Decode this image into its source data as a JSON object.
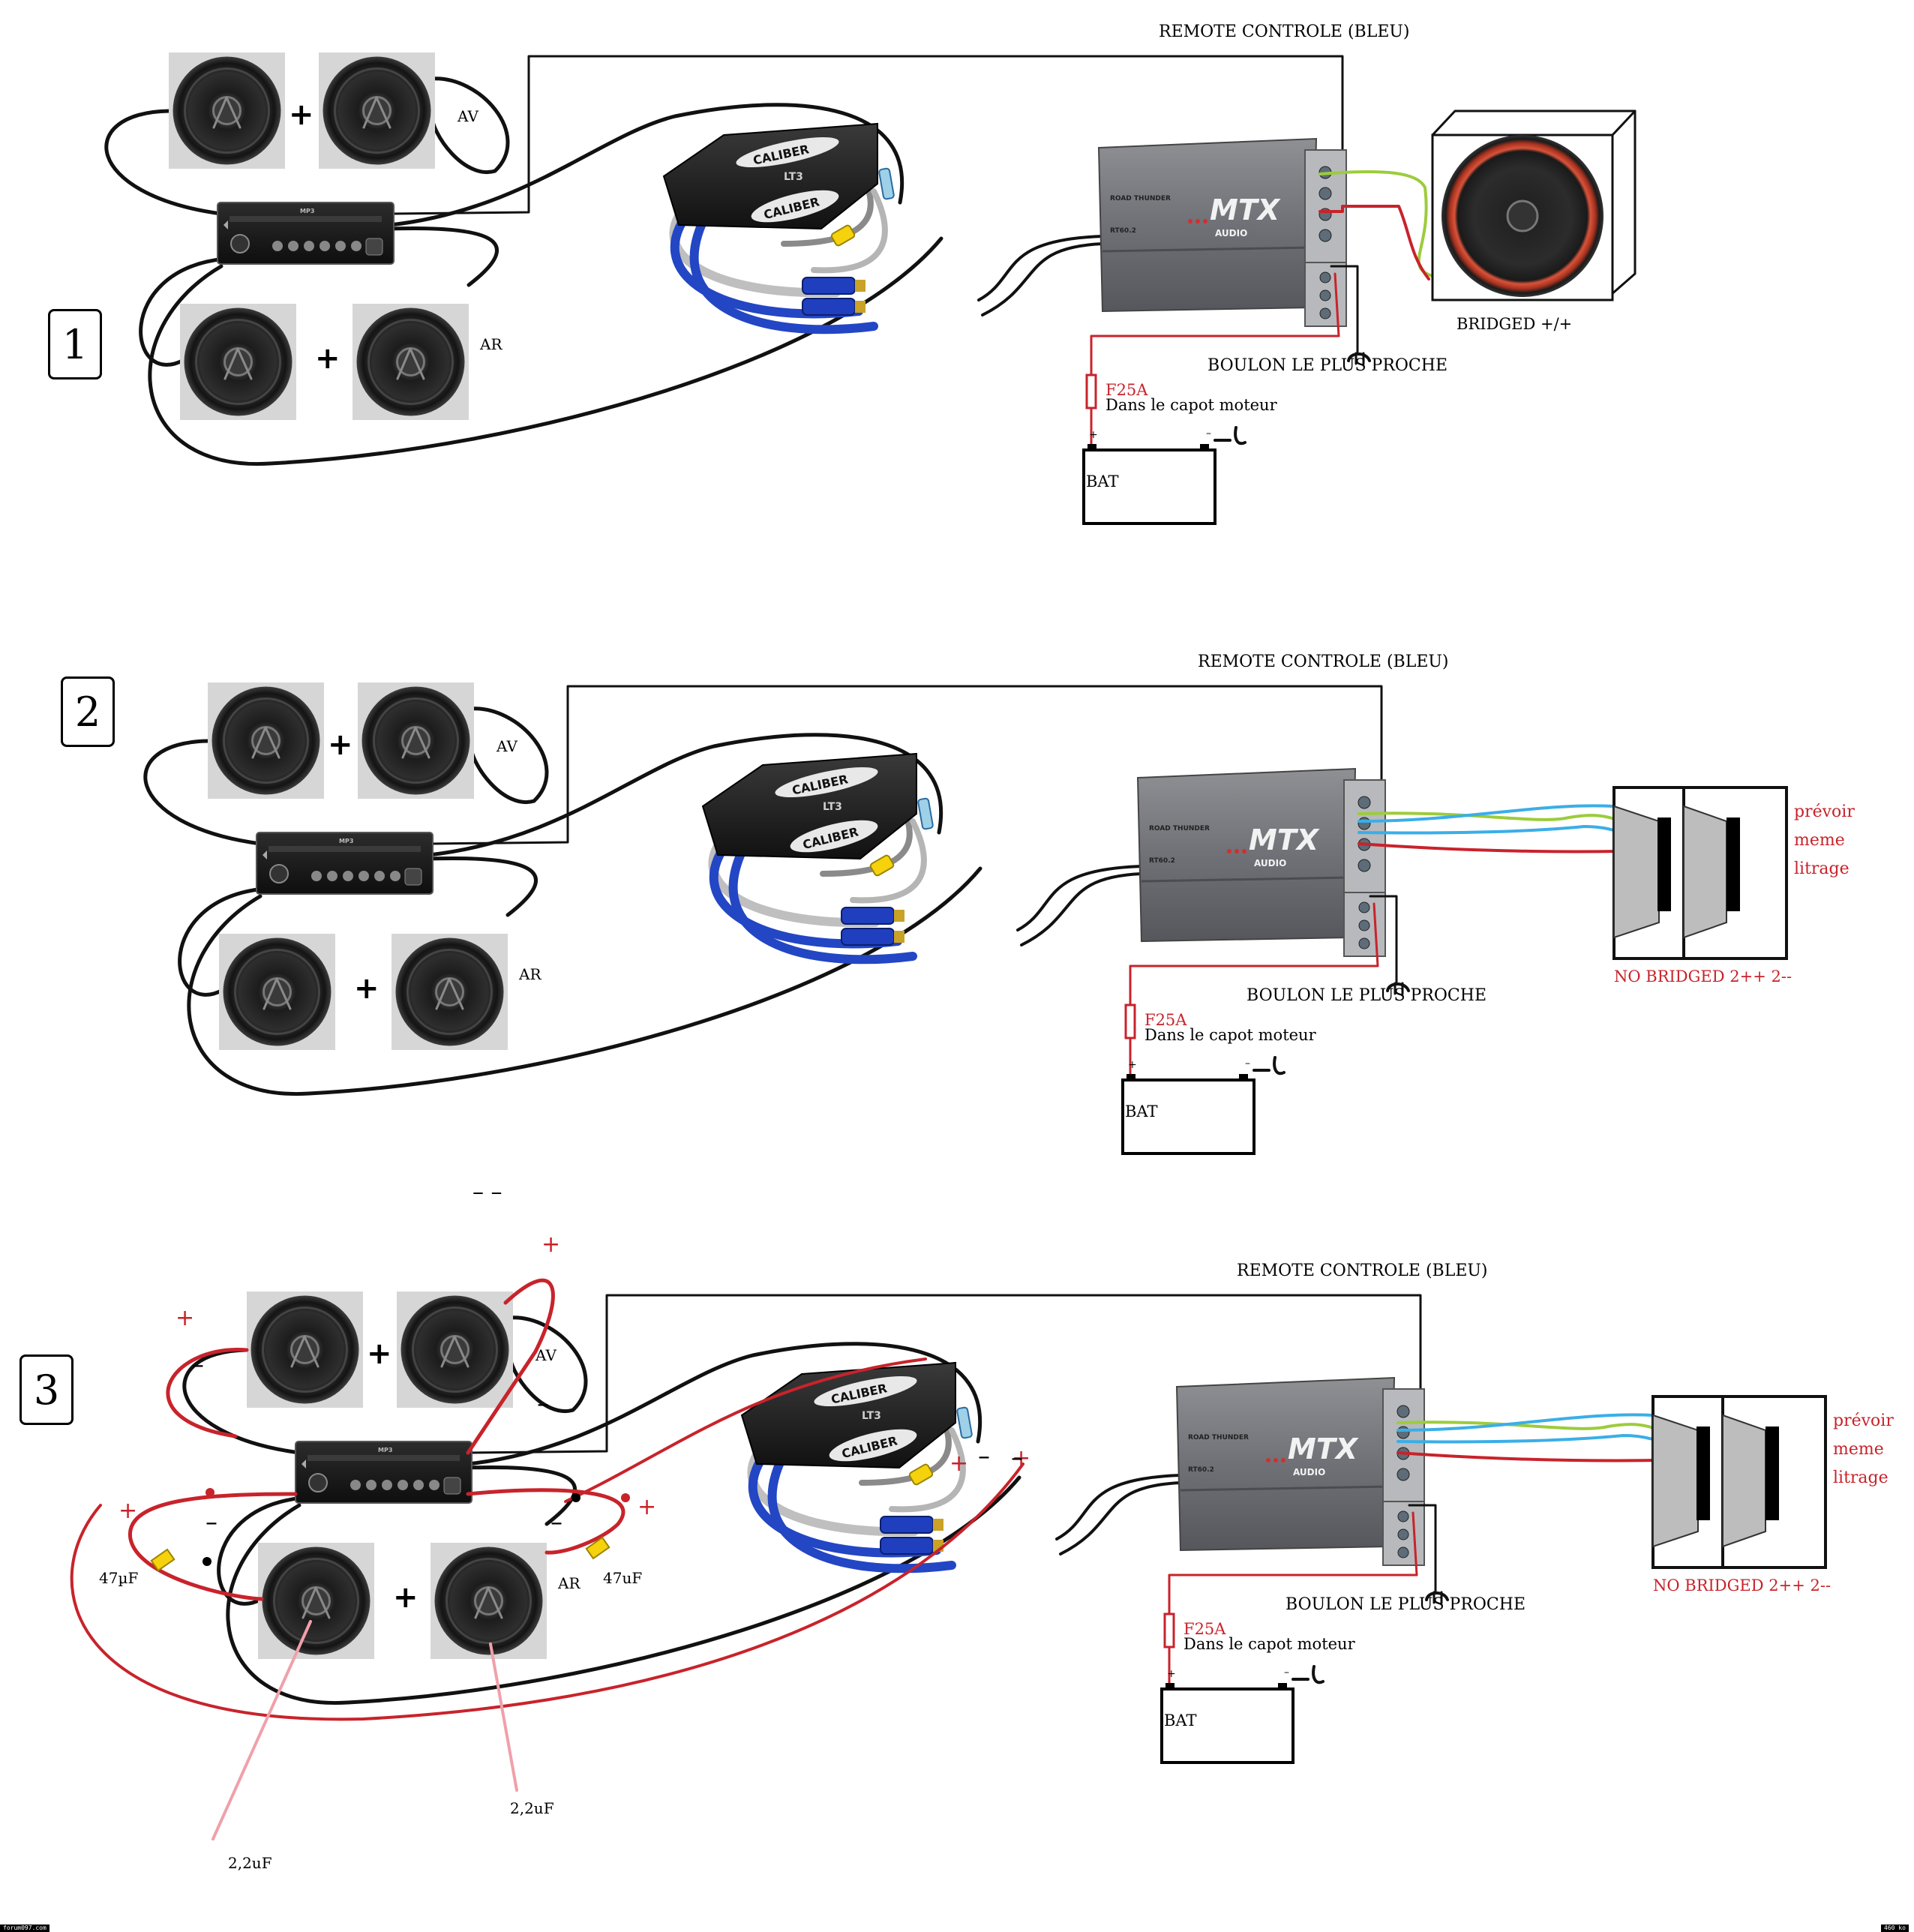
{
  "diagrams": [
    {
      "number": "1",
      "remote_label": "REMOTE CONTROLE (BLEU)",
      "front_label": "AV",
      "rear_label": "AR",
      "plus_top": "+",
      "plus_bottom": "+",
      "sub_label": "BRIDGED +/+",
      "ground_label": "BOULON LE PLUS PROCHE",
      "fuse_label": "F25A",
      "fuse_location": "Dans le capot moteur",
      "battery_label": "BAT",
      "batt_plus": "+",
      "batt_minus": "–"
    },
    {
      "number": "2",
      "remote_label": "REMOTE CONTROLE (BLEU)",
      "front_label": "AV",
      "rear_label": "AR",
      "plus_top": "+",
      "plus_bottom": "+",
      "sub_label": "NO BRIDGED 2++ 2--",
      "volume_note": [
        "prévoir",
        "meme",
        "litrage"
      ],
      "ground_label": "BOULON LE PLUS PROCHE",
      "fuse_label": "F25A",
      "fuse_location": "Dans le capot moteur",
      "battery_label": "BAT",
      "batt_plus": "+",
      "batt_minus": "–"
    },
    {
      "number": "3",
      "remote_label": "REMOTE CONTROLE (BLEU)",
      "front_label": "AV",
      "rear_label": "AR",
      "plus_top": "+",
      "plus_bottom": "+",
      "sub_label": "NO BRIDGED 2++ 2--",
      "volume_note": [
        "prévoir",
        "meme",
        "litrage"
      ],
      "ground_label": "BOULON LE PLUS PROCHE",
      "fuse_label": "F25A",
      "fuse_location": "Dans le capot moteur",
      "battery_label": "BAT",
      "batt_plus": "+",
      "batt_minus": "–",
      "cap_left": "47µF",
      "cap_right": "47uF",
      "tweeter_cap_1": "2,2uF",
      "tweeter_cap_2": "2,2uF",
      "dashes": "– –"
    }
  ],
  "device_text": {
    "lc_brand": "CALIBER",
    "lc_model": "LT3",
    "amp_series": "ROAD THUNDER",
    "amp_model": "RT60.2",
    "amp_brand": "MTX",
    "amp_sub": "AUDIO",
    "radio_badge": "MP3"
  },
  "footer": {
    "left": "forum097.com",
    "right": "460 ko"
  },
  "colors": {
    "wire_black": "#111111",
    "wire_red": "#c8232b",
    "wire_green": "#9ccc3c",
    "wire_blue": "#3aaee8",
    "wire_pink": "#f0a0aa",
    "text_red": "#c8232b",
    "rca_blue": "#1f3fbf",
    "fuse_yellow": "#f5d20c"
  }
}
